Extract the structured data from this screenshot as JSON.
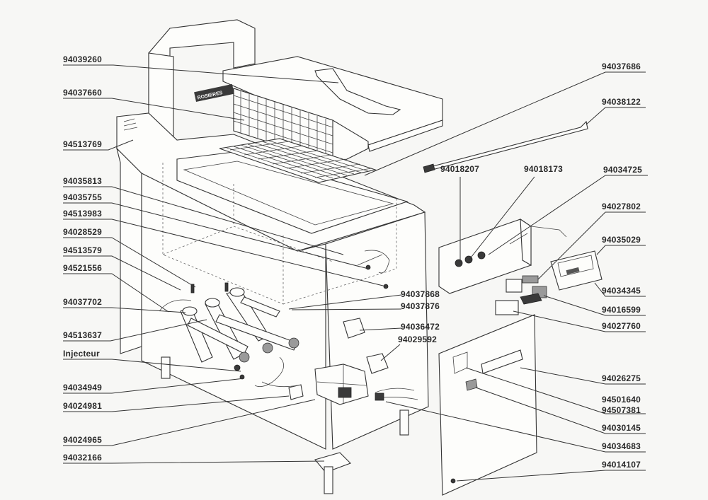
{
  "brand_plate": "ROSIERES",
  "labels_left": [
    {
      "id": "94039260"
    },
    {
      "id": "94037660"
    },
    {
      "id": "94513769"
    },
    {
      "id": "94035813"
    },
    {
      "id": "94035755"
    },
    {
      "id": "94513983"
    },
    {
      "id": "94028529"
    },
    {
      "id": "94513579"
    },
    {
      "id": "94521556"
    },
    {
      "id": "94037702"
    },
    {
      "id": "94513637"
    },
    {
      "id": "Injecteur"
    },
    {
      "id": "94034949"
    },
    {
      "id": "94024981"
    },
    {
      "id": "94024965"
    },
    {
      "id": "94032166"
    }
  ],
  "labels_right": [
    {
      "id": "94037686"
    },
    {
      "id": "94038122"
    },
    {
      "id": "94034725"
    },
    {
      "id": "94027802"
    },
    {
      "id": "94035029"
    },
    {
      "id": "94034345"
    },
    {
      "id": "94016599"
    },
    {
      "id": "94027760"
    },
    {
      "id": "94026275"
    },
    {
      "id": "94501640"
    },
    {
      "id": "94507381"
    },
    {
      "id": "94030145"
    },
    {
      "id": "94034683"
    },
    {
      "id": "94014107"
    }
  ],
  "labels_inline": [
    {
      "id": "94018207"
    },
    {
      "id": "94018173"
    },
    {
      "id": "94037868"
    },
    {
      "id": "94037876"
    },
    {
      "id": "94036472"
    },
    {
      "id": "94029592"
    }
  ]
}
